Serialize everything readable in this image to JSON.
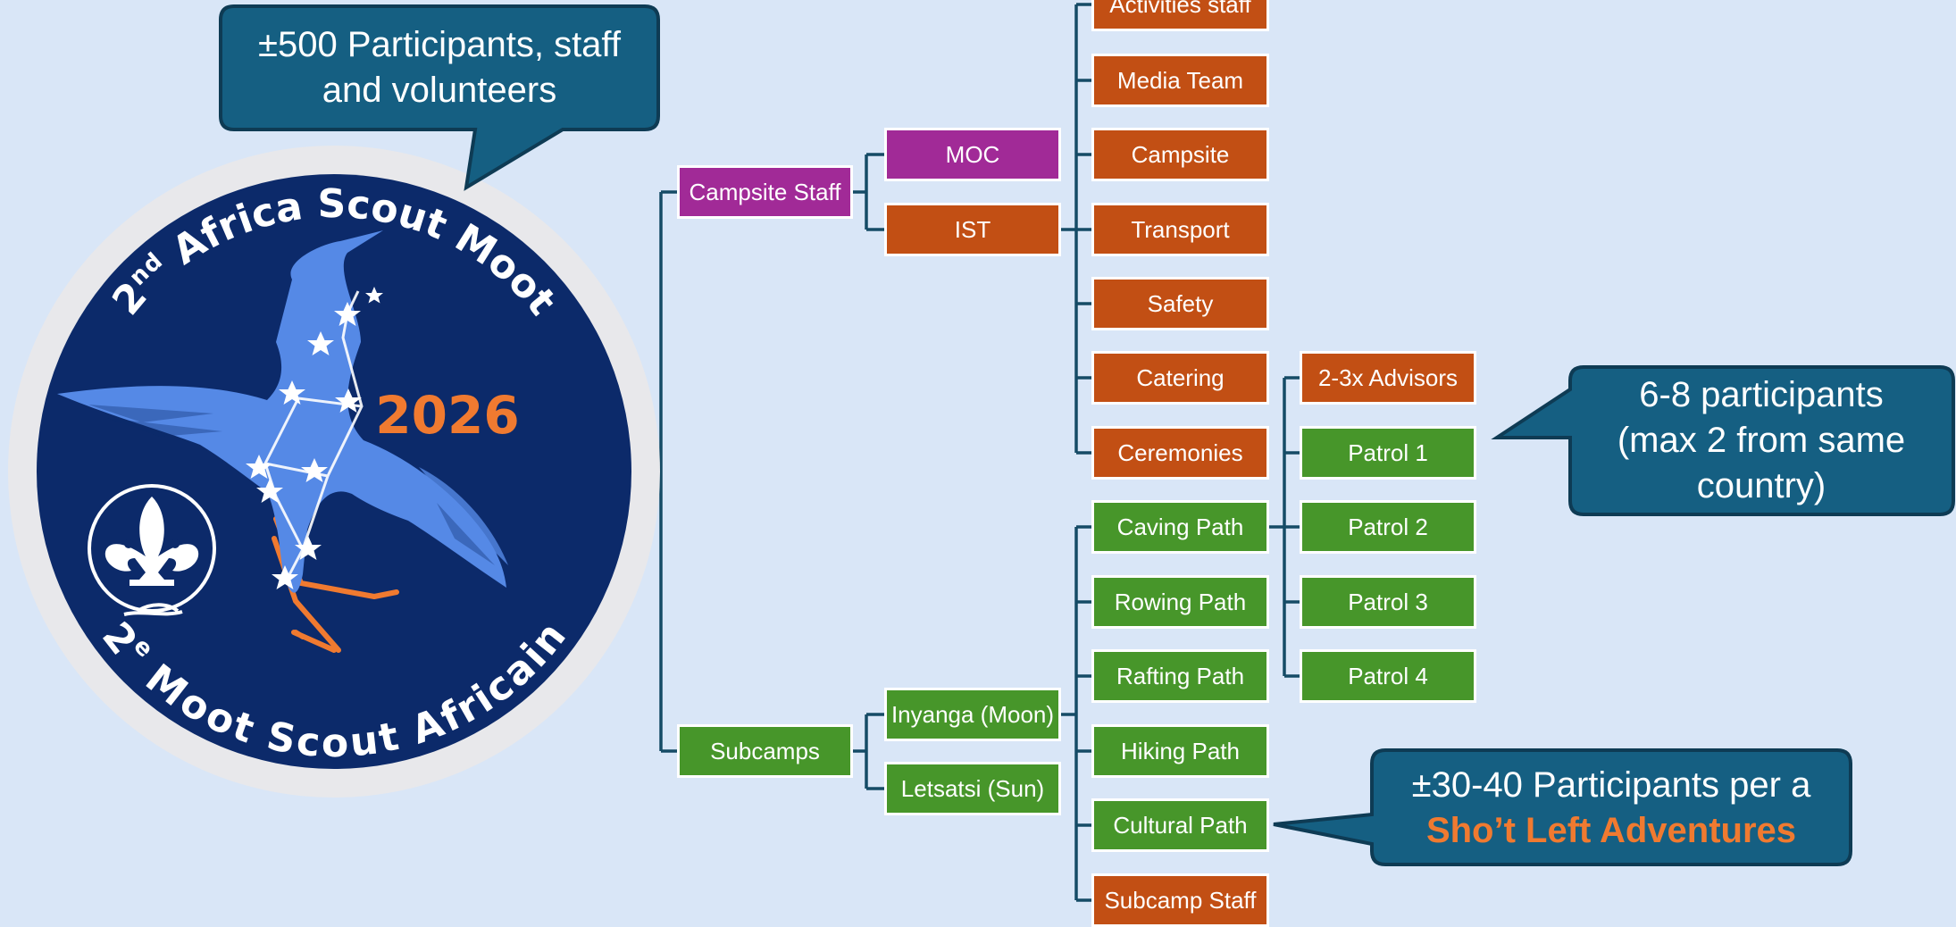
{
  "colors": {
    "background": "#d9e6f7",
    "connector": "#154b66",
    "bubble_fill": "#155f82",
    "bubble_border": "#0e3b54",
    "staff_purple": "#a12a97",
    "staff_orange": "#c24f14",
    "green": "#47962a",
    "badge_navy": "#0c2a6a",
    "badge_ring": "#e8e8eb",
    "bird_blue": "#5589e6",
    "accent_orange": "#f07a30"
  },
  "badge": {
    "top_text": "Africa Scout Moot",
    "top_ordinal": "2",
    "top_ordinal_suffix": "nd",
    "bottom_text": "Moot Scout Africain",
    "bottom_ordinal": "2",
    "bottom_ordinal_suffix": "e",
    "year": "2026",
    "emblem": "fleur-de-lis-icon",
    "mascot": "crane-constellation-icon"
  },
  "callouts": {
    "participants_total": {
      "lines": [
        "±500 Participants, staff",
        "and volunteers"
      ]
    },
    "patrol_size": {
      "lines": [
        "6-8 participants",
        "(max 2 from same",
        "country)"
      ]
    },
    "adventure_size": {
      "line1": "±30-40 Participants per a",
      "line2": "Sho’t Left Adventures"
    }
  },
  "tree": {
    "campsite_staff": {
      "label": "Campsite Staff",
      "moc": "MOC",
      "ist": "IST"
    },
    "ist_teams": [
      "Activities staff",
      "Media Team",
      "Campsite",
      "Transport",
      "Safety",
      "Catering",
      "Ceremonies"
    ],
    "catering_patrols": [
      "2-3x Advisors",
      "Patrol 1",
      "Patrol 2",
      "Patrol 3",
      "Patrol 4"
    ],
    "subcamps": {
      "label": "Subcamps",
      "inyanga": "Inyanga (Moon)",
      "letsatsi": "Letsatsi (Sun)"
    },
    "paths": [
      "Caving Path",
      "Rowing Path",
      "Rafting Path",
      "Hiking Path",
      "Cultural Path",
      "Subcamp Staff"
    ]
  }
}
